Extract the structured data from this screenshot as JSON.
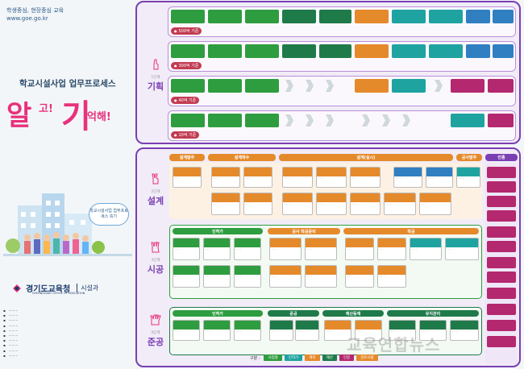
{
  "header": {
    "motto": "학생중심, 현장중심 교육",
    "url": "www.goe.go.kr",
    "subtitle": "학교시설사업 업무프로세스",
    "title_a": "알",
    "title_g": "고!",
    "title_k": "기",
    "title_y": "억해!",
    "bubble": "학교시설사업 업무프로세스 쏙기"
  },
  "logo": {
    "name": "경기도교육청",
    "eng": "GYEONGGIDO OFFICE OF EDUCATION",
    "dept": "시설과"
  },
  "sections": {
    "planning": {
      "label": "기획",
      "step": "1단계"
    },
    "design": {
      "label": "설계",
      "step": "2단계"
    },
    "construction": {
      "label": "시공",
      "step": "3단계"
    },
    "completion": {
      "label": "준공",
      "step": "4단계"
    }
  },
  "planning_rows": [
    {
      "cost": "500억 기준"
    },
    {
      "cost": "300억 기준"
    },
    {
      "cost": "40억 기준"
    },
    {
      "cost": "10억 기준"
    }
  ],
  "design": {
    "stages": [
      "설계발주",
      "설계착수",
      "설계(실시)",
      "공사발주"
    ],
    "side_header": "인종"
  },
  "construction": {
    "stages": [
      "인허가",
      "공사 착공준비",
      "착공"
    ]
  },
  "completion": {
    "stages": [
      "인허가",
      "준공",
      "재산등재",
      "유지관리"
    ]
  },
  "legend": {
    "label": "구분 :",
    "items": [
      "사업총",
      "인허가",
      "계약",
      "재산",
      "인증",
      "검토사항"
    ]
  },
  "watermark": "교육연합뉴스",
  "colors": {
    "purple": "#7a3fb3",
    "green": "#2e9d3f",
    "dkgreen": "#1f7a4a",
    "teal": "#1fa3a0",
    "blue": "#2f7fc1",
    "orange": "#e58a2b",
    "red": "#c23b52",
    "magenta": "#b3286e"
  }
}
